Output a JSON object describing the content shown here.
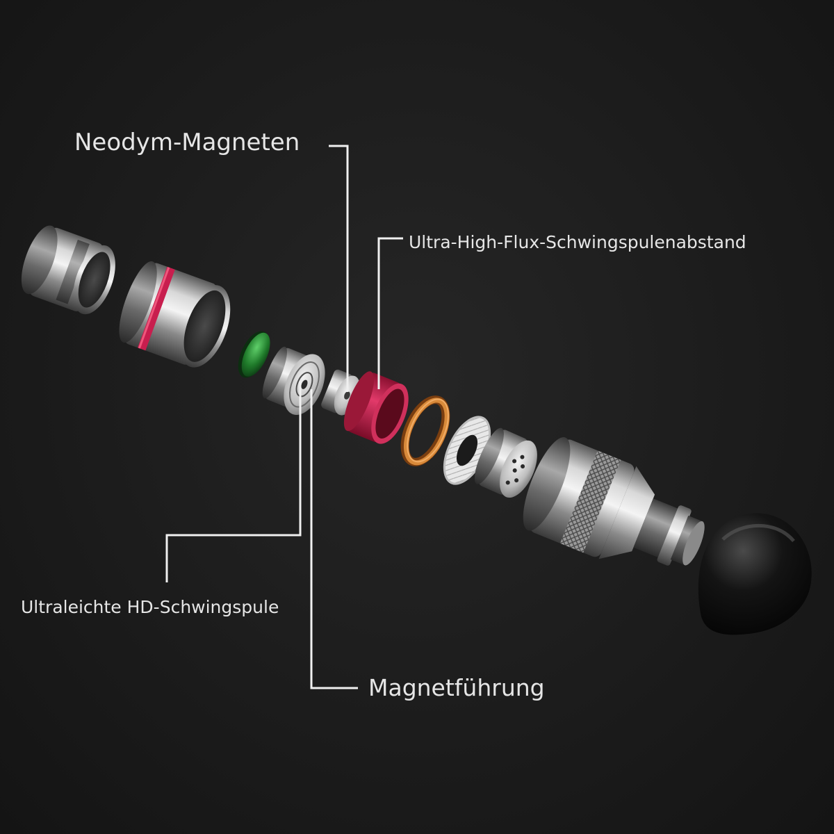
{
  "labels": {
    "neodym": "Neodym-Magneten",
    "flux": "Ultra-High-Flux-Schwingspulenabstand",
    "coil": "Ultraleichte HD-Schwingspule",
    "guide": "Magnetführung"
  },
  "colors": {
    "background": "#1b1b1b",
    "label_text": "#e6e6e6",
    "leader_line": "#f0f0f0",
    "red_ring": "#c81e4e",
    "green_disc": "#1f7a2a",
    "copper_ring": "#c9772c",
    "ear_tip": "#0c0c0c"
  },
  "components": [
    "back-cap",
    "red-band-housing",
    "green-filter",
    "magnetic-guide",
    "neodymium-magnet",
    "pink-spacer-ring",
    "copper-voice-coil",
    "white-diaphragm",
    "grille-cap",
    "knurled-front-housing",
    "ear-tip"
  ]
}
